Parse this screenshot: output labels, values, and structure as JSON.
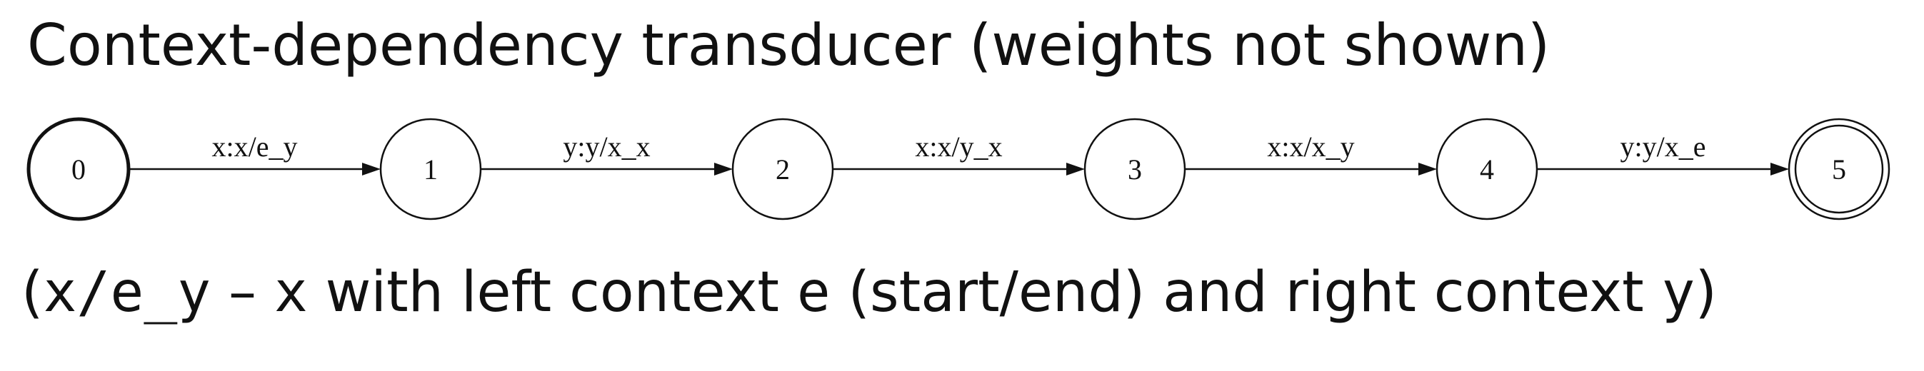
{
  "title": "Context-dependency transducer (weights not shown)",
  "caption": {
    "paren_open": "(",
    "code_label": "x/e_y",
    "dash": " – ",
    "symbol_x": "x",
    "text_left": " with left context ",
    "symbol_e": "e",
    "text_startend": " (start/end) and right context ",
    "symbol_y": "y",
    "paren_close": ")"
  },
  "states": [
    {
      "id": "0",
      "label": "0",
      "initial": true,
      "final": false
    },
    {
      "id": "1",
      "label": "1",
      "initial": false,
      "final": false
    },
    {
      "id": "2",
      "label": "2",
      "initial": false,
      "final": false
    },
    {
      "id": "3",
      "label": "3",
      "initial": false,
      "final": false
    },
    {
      "id": "4",
      "label": "4",
      "initial": false,
      "final": false
    },
    {
      "id": "5",
      "label": "5",
      "initial": false,
      "final": true
    }
  ],
  "arcs": [
    {
      "from": "0",
      "to": "1",
      "label": "x:x/e_y"
    },
    {
      "from": "1",
      "to": "2",
      "label": "y:y/x_x"
    },
    {
      "from": "2",
      "to": "3",
      "label": "x:x/y_x"
    },
    {
      "from": "3",
      "to": "4",
      "label": "x:x/x_y"
    },
    {
      "from": "4",
      "to": "5",
      "label": "y:y/x_e"
    }
  ]
}
